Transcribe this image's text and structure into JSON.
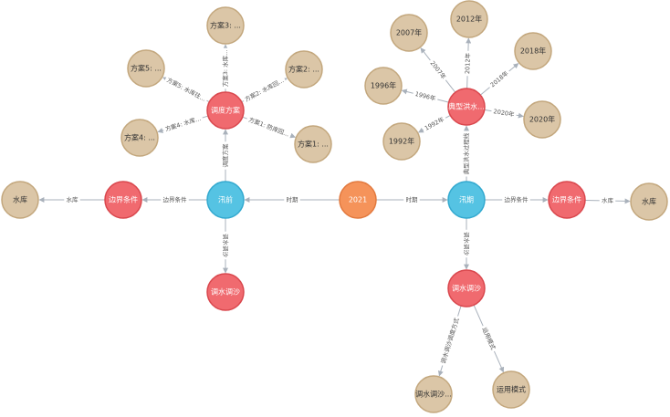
{
  "colors": {
    "center": "#f5935a",
    "center_stroke": "#e2793e",
    "blue": "#55c3e3",
    "blue_stroke": "#33a9cf",
    "red": "#f06a6f",
    "red_stroke": "#d9474d",
    "tan": "#dbc6a7",
    "tan_stroke": "#c3a77d",
    "edge": "#a9b1bb"
  },
  "graph": {
    "nodes": [
      {
        "id": "n2021",
        "label": "2021",
        "kind": "center"
      },
      {
        "id": "xq",
        "label": "汛前",
        "kind": "blue"
      },
      {
        "id": "xqi",
        "label": "汛期",
        "kind": "blue"
      },
      {
        "id": "ddfa",
        "label": "调度方案",
        "kind": "red"
      },
      {
        "id": "bjl",
        "label": "边界条件",
        "kind": "red"
      },
      {
        "id": "bjr",
        "label": "边界条件",
        "kind": "red"
      },
      {
        "id": "tsl",
        "label": "调水调沙",
        "kind": "red"
      },
      {
        "id": "tsr",
        "label": "调水调沙",
        "kind": "red"
      },
      {
        "id": "dxhs",
        "label": "典型洪水...",
        "kind": "red"
      },
      {
        "id": "skl",
        "label": "水库",
        "kind": "tan"
      },
      {
        "id": "skr",
        "label": "水库",
        "kind": "tan"
      },
      {
        "id": "fa1",
        "label": "方案1: ...",
        "kind": "tan"
      },
      {
        "id": "fa2",
        "label": "方案2: ...",
        "kind": "tan"
      },
      {
        "id": "fa3",
        "label": "方案3: ...",
        "kind": "tan"
      },
      {
        "id": "fa4",
        "label": "方案4: ...",
        "kind": "tan"
      },
      {
        "id": "fa5",
        "label": "方案5: ...",
        "kind": "tan"
      },
      {
        "id": "y2007",
        "label": "2007年",
        "kind": "tan"
      },
      {
        "id": "y2012",
        "label": "2012年",
        "kind": "tan"
      },
      {
        "id": "y2018",
        "label": "2018年",
        "kind": "tan"
      },
      {
        "id": "y1996",
        "label": "1996年",
        "kind": "tan"
      },
      {
        "id": "y1992",
        "label": "1992年",
        "kind": "tan"
      },
      {
        "id": "y2020",
        "label": "2020年",
        "kind": "tan"
      },
      {
        "id": "tsfs",
        "label": "调水调沙...",
        "kind": "tan"
      },
      {
        "id": "yyms",
        "label": "运用模式",
        "kind": "tan"
      }
    ],
    "edges": [
      {
        "from": "n2021",
        "to": "xq",
        "label": "时期"
      },
      {
        "from": "n2021",
        "to": "xqi",
        "label": "时期"
      },
      {
        "from": "xq",
        "to": "ddfa",
        "label": "调度方案"
      },
      {
        "from": "xq",
        "to": "bjl",
        "label": "边界条件"
      },
      {
        "from": "xq",
        "to": "tsl",
        "label": "调水调沙"
      },
      {
        "from": "bjl",
        "to": "skl",
        "label": "水库"
      },
      {
        "from": "ddfa",
        "to": "fa1",
        "label": "方案1: 防库回..."
      },
      {
        "from": "ddfa",
        "to": "fa2",
        "label": "方案2: 水库回..."
      },
      {
        "from": "ddfa",
        "to": "fa3",
        "label": "方案3: 水库..."
      },
      {
        "from": "ddfa",
        "to": "fa4",
        "label": "方案4: 水库..."
      },
      {
        "from": "ddfa",
        "to": "fa5",
        "label": "方案5: 水库往..."
      },
      {
        "from": "xqi",
        "to": "bjr",
        "label": "边界条件"
      },
      {
        "from": "bjr",
        "to": "skr",
        "label": "水库"
      },
      {
        "from": "xqi",
        "to": "dxhs",
        "label": "典型洪水过程线"
      },
      {
        "from": "xqi",
        "to": "tsr",
        "label": "调水调沙"
      },
      {
        "from": "dxhs",
        "to": "y2007",
        "label": "2007年"
      },
      {
        "from": "dxhs",
        "to": "y2012",
        "label": "2012年"
      },
      {
        "from": "dxhs",
        "to": "y2018",
        "label": "2018年"
      },
      {
        "from": "dxhs",
        "to": "y1996",
        "label": "1996年"
      },
      {
        "from": "dxhs",
        "to": "y1992",
        "label": "1992年"
      },
      {
        "from": "dxhs",
        "to": "y2020",
        "label": "2020年"
      },
      {
        "from": "tsr",
        "to": "tsfs",
        "label": "调水调沙调度方式"
      },
      {
        "from": "tsr",
        "to": "yyms",
        "label": "运用模式"
      }
    ]
  }
}
